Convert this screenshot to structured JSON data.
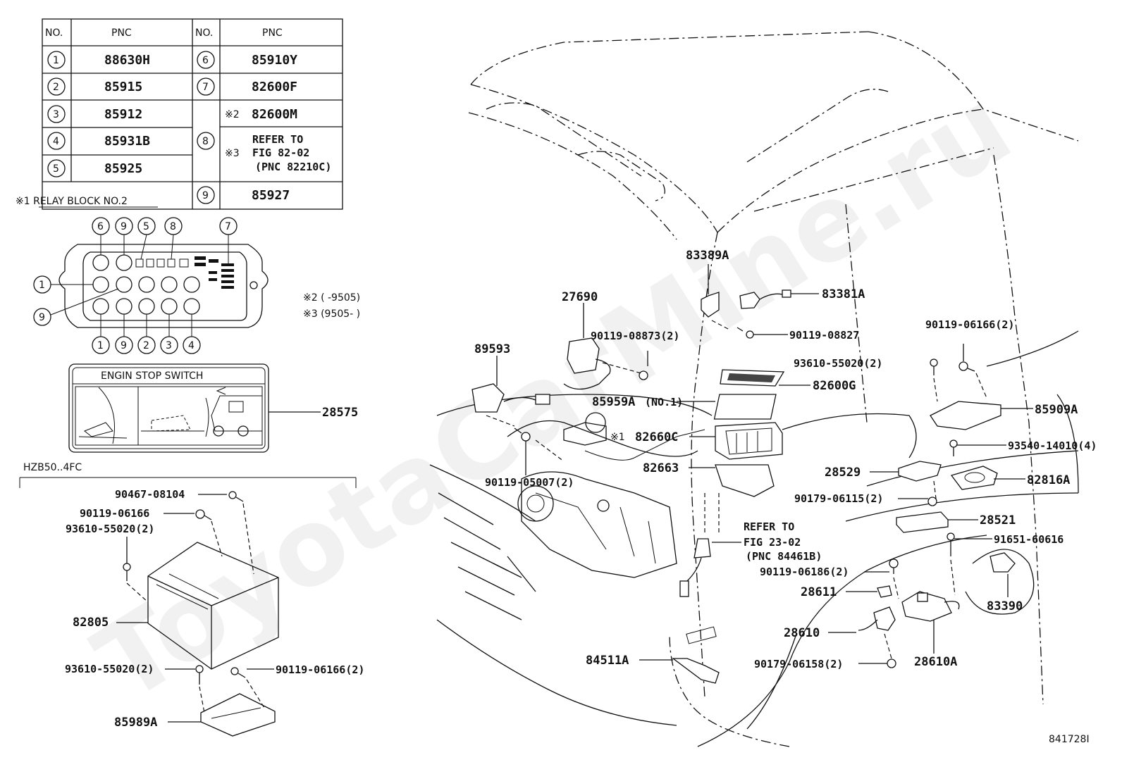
{
  "watermark": "ToyotaCarMine.ru",
  "figure_id": "841728I",
  "table": {
    "headers": {
      "no": "NO.",
      "pnc": "PNC"
    },
    "left": [
      {
        "no": "1",
        "pnc": "88630H"
      },
      {
        "no": "2",
        "pnc": "85915"
      },
      {
        "no": "3",
        "pnc": "85912"
      },
      {
        "no": "4",
        "pnc": "85931B"
      },
      {
        "no": "5",
        "pnc": "85925"
      }
    ],
    "right": [
      {
        "no": "6",
        "pnc": "85910Y"
      },
      {
        "no": "7",
        "pnc": "82600F"
      },
      {
        "no": "8",
        "pnc_a": "82600M",
        "mark_a": "※2",
        "mark_b": "※3",
        "refer_1": "REFER TO",
        "refer_2": "FIG 82-02",
        "refer_3": "(PNC 82210C)"
      },
      {
        "no": "9",
        "pnc": "85927"
      }
    ]
  },
  "relay_block": {
    "title": "※1 RELAY BLOCK NO.2",
    "top_numbers": [
      "6",
      "9",
      "5",
      "8",
      "7"
    ],
    "left_numbers": [
      "1",
      "9"
    ],
    "bottom_numbers": [
      "1",
      "9",
      "2",
      "3",
      "4"
    ]
  },
  "notes": {
    "n2": "※2 (      -9505)",
    "n3": "※3 (9505-       )"
  },
  "engine_stop": {
    "title": "ENGIN STOP SWITCH",
    "part": "28575"
  },
  "hzb": {
    "model": "HZB50..4FC",
    "parts": {
      "p1": "90467-08104",
      "p2": "90119-06166",
      "p3": "93610-55020(2)",
      "p4": "82805",
      "p5": "93610-55020(2)",
      "p6": "90119-06166(2)",
      "p7": "85989A"
    }
  },
  "main": {
    "p83389A": "83389A",
    "p83381A": "83381A",
    "p27690": "27690",
    "p90119_08873": "90119-08873(2)",
    "p90119_08827": "90119-08827",
    "p89593": "89593",
    "p90119_06166_2": "90119-06166(2)",
    "p93610_55020_2": "93610-55020(2)",
    "p82600G": "82600G",
    "p85959A": "85959A",
    "p85959A_note": "(NO.1)",
    "p82660C_mark": "※1",
    "p82660C": "82660C",
    "p85909A": "85909A",
    "p82663": "82663",
    "p93540": "93540-14010(4)",
    "p90119_05007": "90119-05007(2)",
    "p28529": "28529",
    "p82816A": "82816A",
    "p90179_06115": "90179-06115(2)",
    "p28521": "28521",
    "refer_1": "REFER TO",
    "refer_2": "FIG 23-02",
    "refer_3": "(PNC 84461B)",
    "p91651": "91651-60616",
    "p90119_06186": "90119-06186(2)",
    "p28611": "28611",
    "p83390": "83390",
    "p28610": "28610",
    "p84511A": "84511A",
    "p90179_06158": "90179-06158(2)",
    "p28610A": "28610A"
  }
}
